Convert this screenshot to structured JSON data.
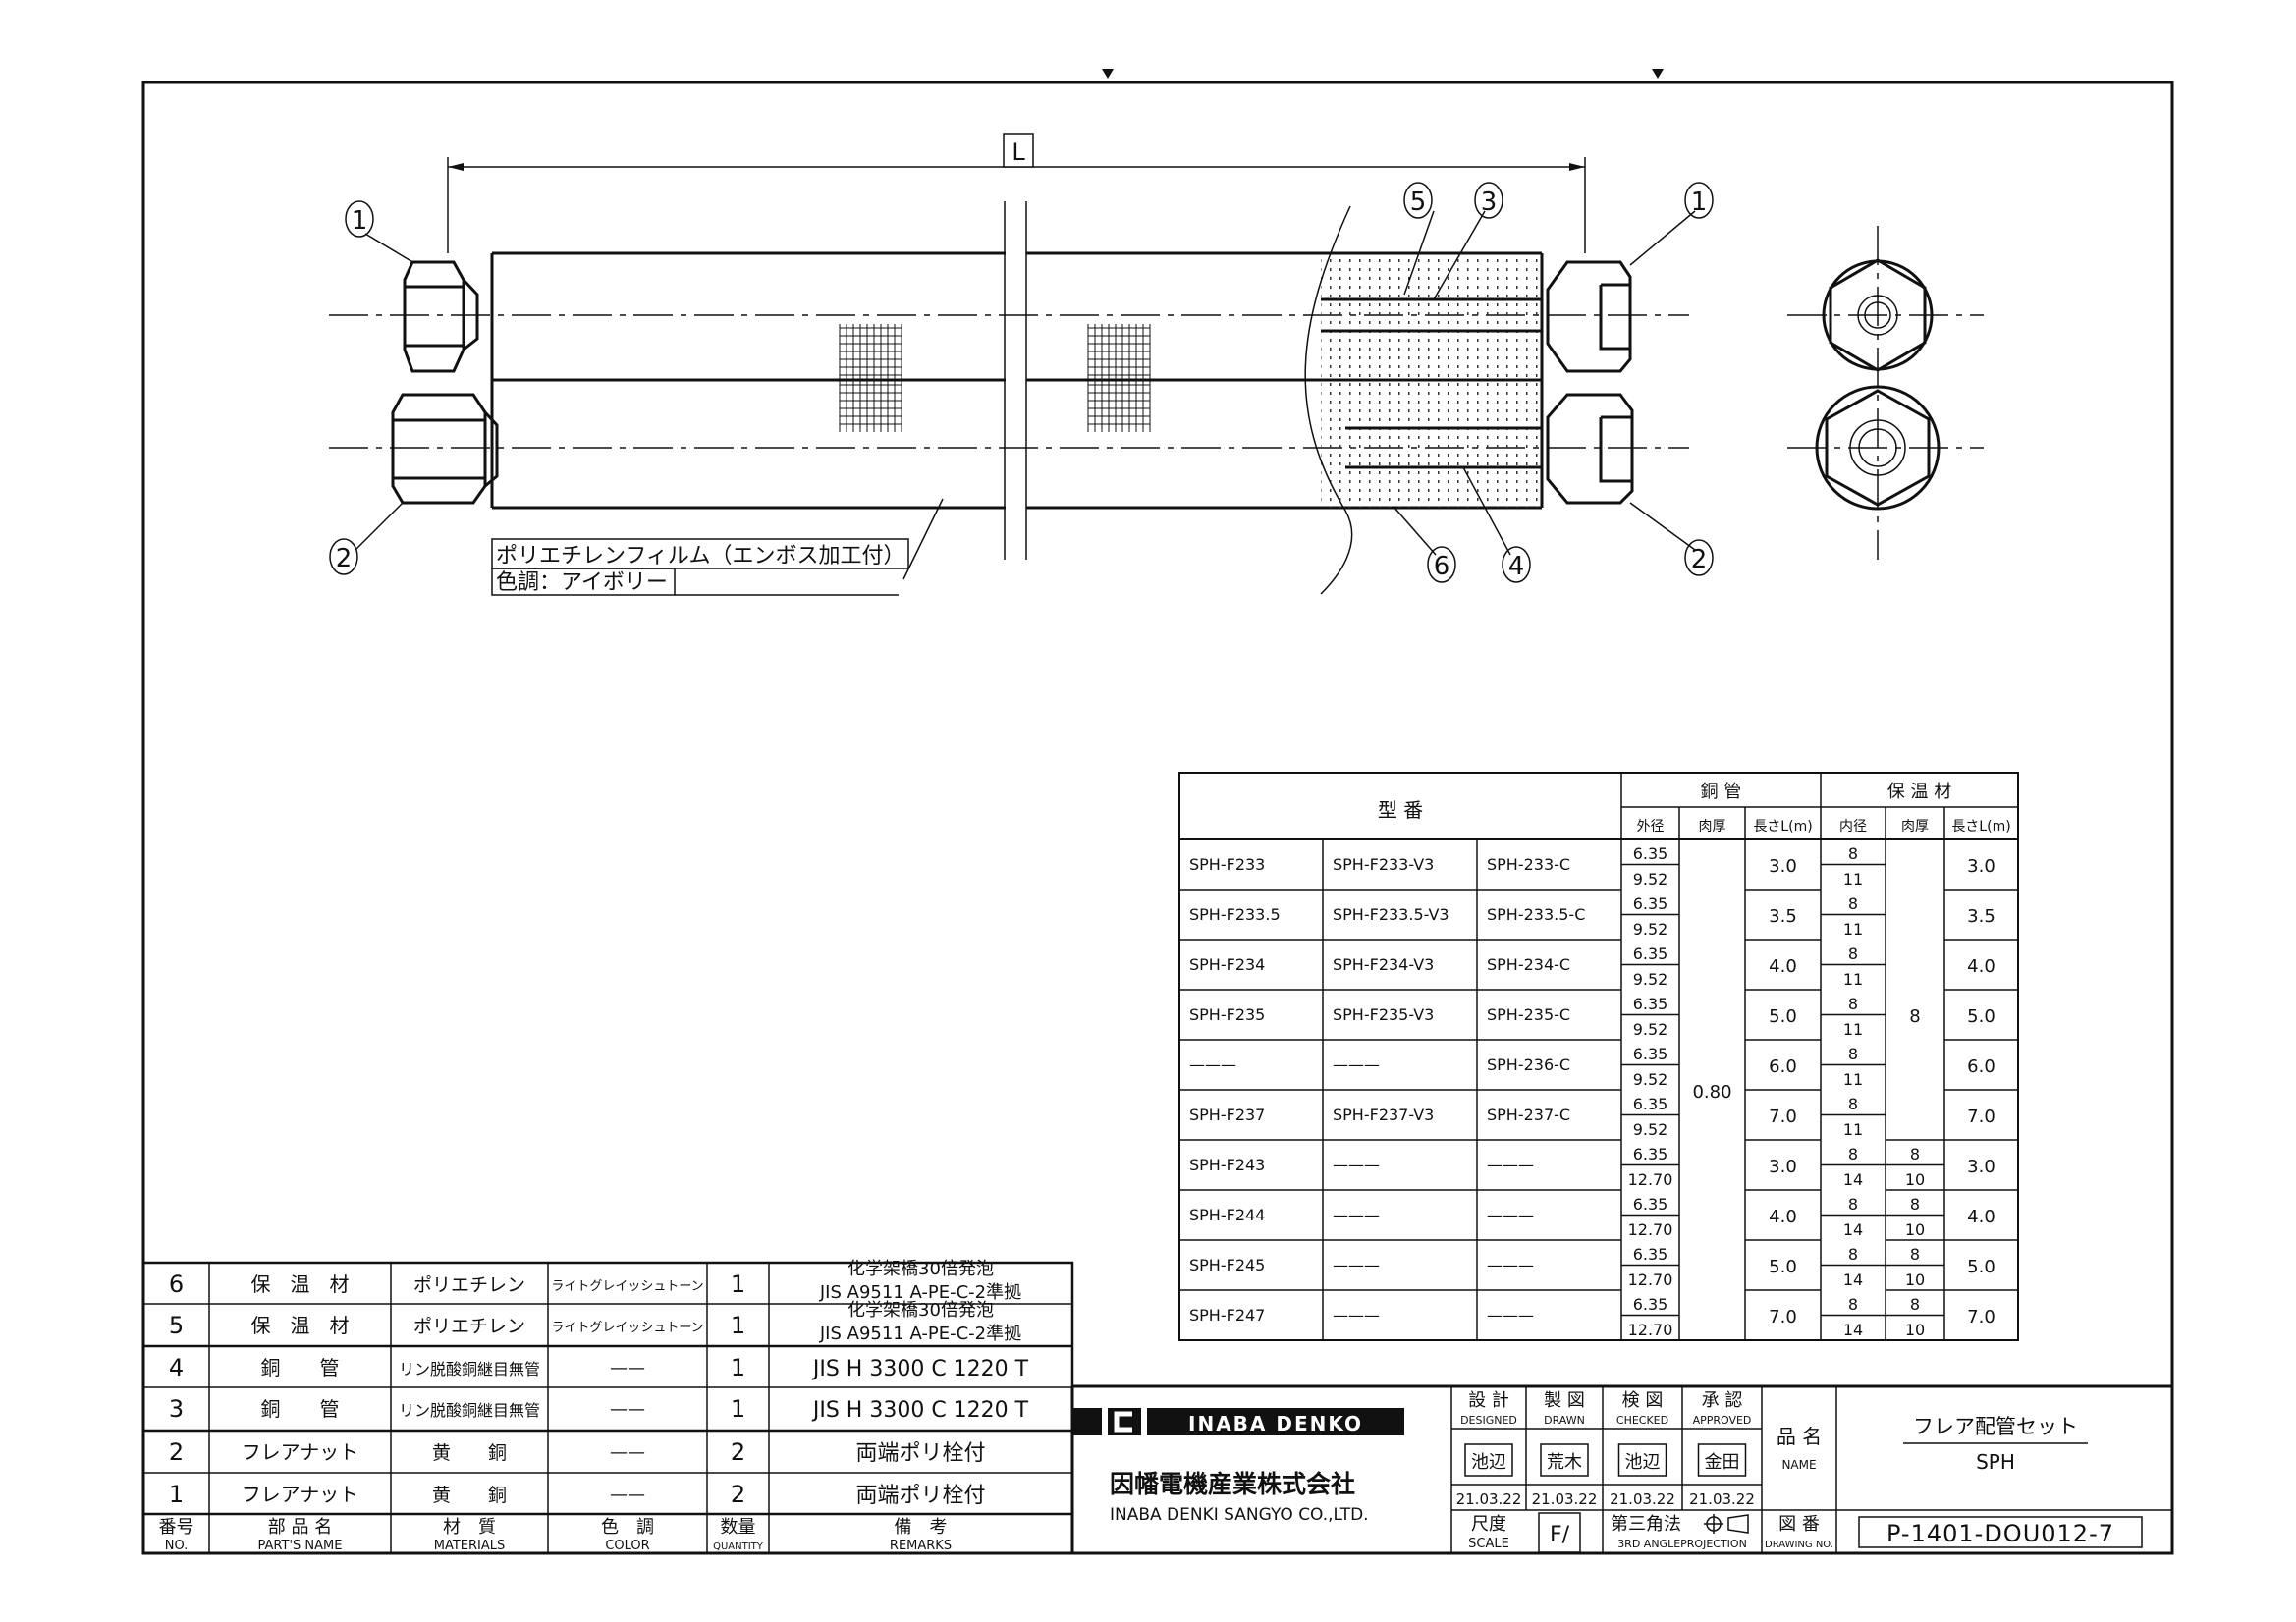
{
  "drawing": {
    "dimension_label": "L",
    "balloons": [
      "1",
      "5",
      "3",
      "1",
      "2",
      "6",
      "4",
      "2"
    ],
    "film_note": "ポリエチレンフィルム（エンボス加工付）",
    "color_note": "色調：アイボリー"
  },
  "spec_table": {
    "model_header": "型 番",
    "copper_header": "銅 管",
    "insulation_header": "保 温 材",
    "sub_headers": [
      "外径",
      "肉厚",
      "長さL(m)",
      "内径",
      "肉厚",
      "長さL(m)"
    ],
    "copper_wall": "0.80",
    "insulation_wall_common": "8",
    "rows": [
      {
        "models": [
          "SPH-F233",
          "SPH-F233-V3",
          "SPH-233-C"
        ],
        "od": [
          "6.35",
          "9.52"
        ],
        "length": "3.0",
        "id": [
          "8",
          "11"
        ],
        "ins_wall": [],
        "ins_length": "3.0"
      },
      {
        "models": [
          "SPH-F233.5",
          "SPH-F233.5-V3",
          "SPH-233.5-C"
        ],
        "od": [
          "6.35",
          "9.52"
        ],
        "length": "3.5",
        "id": [
          "8",
          "11"
        ],
        "ins_wall": [],
        "ins_length": "3.5"
      },
      {
        "models": [
          "SPH-F234",
          "SPH-F234-V3",
          "SPH-234-C"
        ],
        "od": [
          "6.35",
          "9.52"
        ],
        "length": "4.0",
        "id": [
          "8",
          "11"
        ],
        "ins_wall": [],
        "ins_length": "4.0"
      },
      {
        "models": [
          "SPH-F235",
          "SPH-F235-V3",
          "SPH-235-C"
        ],
        "od": [
          "6.35",
          "9.52"
        ],
        "length": "5.0",
        "id": [
          "8",
          "11"
        ],
        "ins_wall": [],
        "ins_length": "5.0"
      },
      {
        "models": [
          "———",
          "———",
          "SPH-236-C"
        ],
        "od": [
          "6.35",
          "9.52"
        ],
        "length": "6.0",
        "id": [
          "8",
          "11"
        ],
        "ins_wall": [],
        "ins_length": "6.0"
      },
      {
        "models": [
          "SPH-F237",
          "SPH-F237-V3",
          "SPH-237-C"
        ],
        "od": [
          "6.35",
          "9.52"
        ],
        "length": "7.0",
        "id": [
          "8",
          "11"
        ],
        "ins_wall": [],
        "ins_length": "7.0"
      },
      {
        "models": [
          "SPH-F243",
          "———",
          "———"
        ],
        "od": [
          "6.35",
          "12.70"
        ],
        "length": "3.0",
        "id": [
          "8",
          "14"
        ],
        "ins_wall": [
          "8",
          "10"
        ],
        "ins_length": "3.0"
      },
      {
        "models": [
          "SPH-F244",
          "———",
          "———"
        ],
        "od": [
          "6.35",
          "12.70"
        ],
        "length": "4.0",
        "id": [
          "8",
          "14"
        ],
        "ins_wall": [
          "8",
          "10"
        ],
        "ins_length": "4.0"
      },
      {
        "models": [
          "SPH-F245",
          "———",
          "———"
        ],
        "od": [
          "6.35",
          "12.70"
        ],
        "length": "5.0",
        "id": [
          "8",
          "14"
        ],
        "ins_wall": [
          "8",
          "10"
        ],
        "ins_length": "5.0"
      },
      {
        "models": [
          "SPH-F247",
          "———",
          "———"
        ],
        "od": [
          "6.35",
          "12.70"
        ],
        "length": "7.0",
        "id": [
          "8",
          "14"
        ],
        "ins_wall": [
          "8",
          "10"
        ],
        "ins_length": "7.0"
      }
    ]
  },
  "parts_list": {
    "rows": [
      {
        "no": "6",
        "name": "保　温　材",
        "material": "ポリエチレン",
        "color": "ライトグレイッシュトーン",
        "qty": "1",
        "remarks": [
          "化学架橋30倍発泡",
          "JIS A9511 A-PE-C-2準拠"
        ]
      },
      {
        "no": "5",
        "name": "保　温　材",
        "material": "ポリエチレン",
        "color": "ライトグレイッシュトーン",
        "qty": "1",
        "remarks": [
          "化学架橋30倍発泡",
          "JIS A9511 A-PE-C-2準拠"
        ]
      },
      {
        "no": "4",
        "name": "銅　　管",
        "material": "リン脱酸銅継目無管",
        "color": "——",
        "qty": "1",
        "remarks": [
          "JIS H 3300 C 1220 T"
        ]
      },
      {
        "no": "3",
        "name": "銅　　管",
        "material": "リン脱酸銅継目無管",
        "color": "——",
        "qty": "1",
        "remarks": [
          "JIS H 3300 C 1220 T"
        ]
      },
      {
        "no": "2",
        "name": "フレアナット",
        "material": "黄　　銅",
        "color": "——",
        "qty": "2",
        "remarks": [
          "両端ポリ栓付"
        ]
      },
      {
        "no": "1",
        "name": "フレアナット",
        "material": "黄　　銅",
        "color": "——",
        "qty": "2",
        "remarks": [
          "両端ポリ栓付"
        ]
      }
    ],
    "headers": [
      {
        "ja": "番号",
        "en": "NO."
      },
      {
        "ja": "部 品 名",
        "en": "PART'S NAME"
      },
      {
        "ja": "材　質",
        "en": "MATERIALS"
      },
      {
        "ja": "色　調",
        "en": "COLOR"
      },
      {
        "ja": "数量",
        "en": "QUANTITY"
      },
      {
        "ja": "備　考",
        "en": "REMARKS"
      }
    ]
  },
  "title_block": {
    "brand": "INABA DENKO",
    "company_ja": "因幡電機産業株式会社",
    "company_en": "INABA DENKI SANGYO CO.,LTD.",
    "roles": [
      {
        "ja": "設 計",
        "en": "DESIGNED",
        "person": "池辺",
        "date": "21.03.22"
      },
      {
        "ja": "製 図",
        "en": "DRAWN",
        "person": "荒木",
        "date": "21.03.22"
      },
      {
        "ja": "検 図",
        "en": "CHECKED",
        "person": "池辺",
        "date": "21.03.22"
      },
      {
        "ja": "承 認",
        "en": "APPROVED",
        "person": "金田",
        "date": "21.03.22"
      }
    ],
    "name_label_ja": "品 名",
    "name_label_en": "NAME",
    "product_name": "フレア配管セット",
    "product_code": "SPH",
    "scale_label_ja": "尺度",
    "scale_label_en": "SCALE",
    "scale_value": "F/",
    "projection_ja": "第三角法",
    "projection_en": "3RD ANGLEPROJECTION",
    "drawing_no_label_ja": "図 番",
    "drawing_no_label_en": "DRAWING NO.",
    "drawing_no": "P-1401-DOU012-7"
  }
}
